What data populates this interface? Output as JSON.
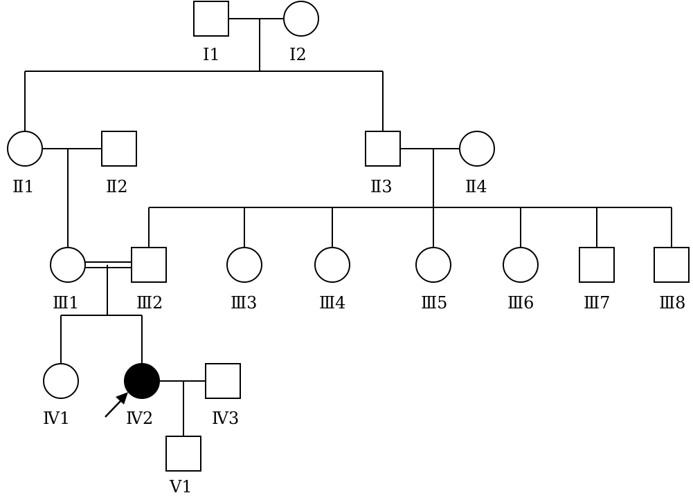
{
  "individuals": [
    {
      "id": "I1",
      "label": "Ⅰ1",
      "sex": "male",
      "affected": false
    },
    {
      "id": "I2",
      "label": "Ⅰ2",
      "sex": "female",
      "affected": false
    },
    {
      "id": "II1",
      "label": "Ⅱ1",
      "sex": "female",
      "affected": false
    },
    {
      "id": "II2",
      "label": "Ⅱ2",
      "sex": "male",
      "affected": false
    },
    {
      "id": "II3",
      "label": "Ⅱ3",
      "sex": "male",
      "affected": false
    },
    {
      "id": "II4",
      "label": "Ⅱ4",
      "sex": "female",
      "affected": false
    },
    {
      "id": "III1",
      "label": "Ⅲ1",
      "sex": "female",
      "affected": false
    },
    {
      "id": "III2",
      "label": "Ⅲ2",
      "sex": "male",
      "affected": false
    },
    {
      "id": "III3",
      "label": "Ⅲ3",
      "sex": "female",
      "affected": false
    },
    {
      "id": "III4",
      "label": "Ⅲ4",
      "sex": "female",
      "affected": false
    },
    {
      "id": "III5",
      "label": "Ⅲ5",
      "sex": "female",
      "affected": false
    },
    {
      "id": "III6",
      "label": "Ⅲ6",
      "sex": "female",
      "affected": false
    },
    {
      "id": "III7",
      "label": "Ⅲ7",
      "sex": "male",
      "affected": false
    },
    {
      "id": "III8",
      "label": "Ⅲ8",
      "sex": "male",
      "affected": false
    },
    {
      "id": "IV1",
      "label": "Ⅳ1",
      "sex": "female",
      "affected": false
    },
    {
      "id": "IV2",
      "label": "Ⅳ2",
      "sex": "female",
      "affected": true,
      "proband": true
    },
    {
      "id": "IV3",
      "label": "Ⅳ3",
      "sex": "male",
      "affected": false
    },
    {
      "id": "V1",
      "label": "Ⅴ1",
      "sex": "male",
      "affected": false
    }
  ],
  "matings": [
    {
      "partners": [
        "I1",
        "I2"
      ],
      "consanguineous": false,
      "children": [
        "II1",
        "II3"
      ]
    },
    {
      "partners": [
        "II1",
        "II2"
      ],
      "consanguineous": false,
      "children": [
        "III1"
      ]
    },
    {
      "partners": [
        "II3",
        "II4"
      ],
      "consanguineous": false,
      "children": [
        "III2",
        "III3",
        "III4",
        "III5",
        "III6",
        "III7",
        "III8"
      ]
    },
    {
      "partners": [
        "III1",
        "III2"
      ],
      "consanguineous": true,
      "children": [
        "IV1",
        "IV2"
      ]
    },
    {
      "partners": [
        "IV2",
        "IV3"
      ],
      "consanguineous": false,
      "children": [
        "V1"
      ]
    }
  ],
  "colors": {
    "line": "#000000",
    "affected_fill": "#000000",
    "unaffected_fill": "#ffffff",
    "background": "#ffffff"
  }
}
